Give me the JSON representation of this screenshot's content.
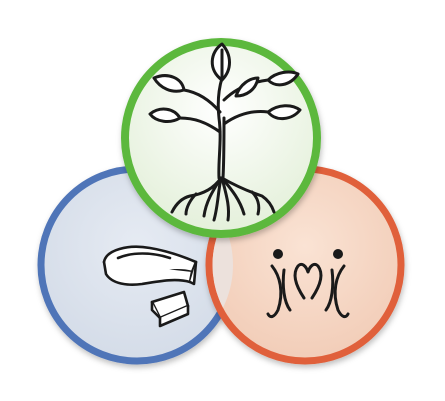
{
  "diagram": {
    "type": "three-circle-venn",
    "circles": [
      {
        "key": "top",
        "icon": "tree-with-roots-icon",
        "ring_color": "#5cb83c",
        "fill_color": "#eef5e6"
      },
      {
        "key": "left",
        "icon": "pie-wedges-icon",
        "ring_color": "#4f74b8",
        "fill_color": "#dde4ee"
      },
      {
        "key": "right",
        "icon": "people-heart-icon",
        "ring_color": "#e0603a",
        "fill_color": "#f6d9c8"
      }
    ],
    "overlap_color": "#e9ddd8",
    "icon_stroke_color": "#1a1a1a"
  }
}
